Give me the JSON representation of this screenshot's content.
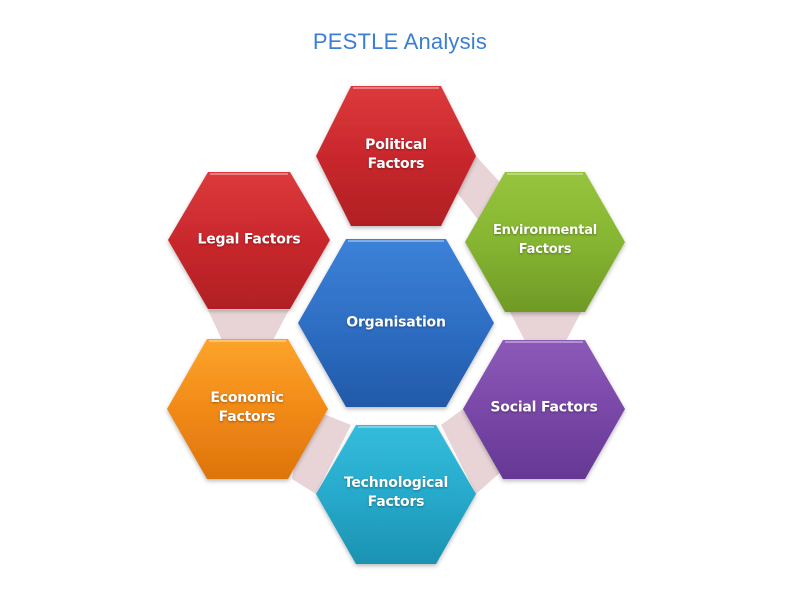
{
  "title": "PESTLE Analysis",
  "colors": {
    "title": "#3a7fd5",
    "connector": "#e8d4d6",
    "political": "#c9282d",
    "legal": "#c9282d",
    "environmental": "#86b531",
    "organisation": "#2e6fc4",
    "economic": "#f28a17",
    "social": "#7a48a8",
    "technological": "#27aacb"
  },
  "center": {
    "id": "organisation",
    "label": "Organisation"
  },
  "factors": [
    {
      "id": "political",
      "label": "Political\nFactors"
    },
    {
      "id": "environmental",
      "label": "Environmental\nFactors"
    },
    {
      "id": "social",
      "label": "Social Factors"
    },
    {
      "id": "technological",
      "label": "Technological\nFactors"
    },
    {
      "id": "economic",
      "label": "Economic\nFactors"
    },
    {
      "id": "legal",
      "label": "Legal Factors"
    }
  ],
  "connections": [
    [
      "political",
      "environmental"
    ],
    [
      "environmental",
      "social"
    ],
    [
      "social",
      "technological"
    ],
    [
      "technological",
      "economic"
    ],
    [
      "economic",
      "legal"
    ]
  ]
}
